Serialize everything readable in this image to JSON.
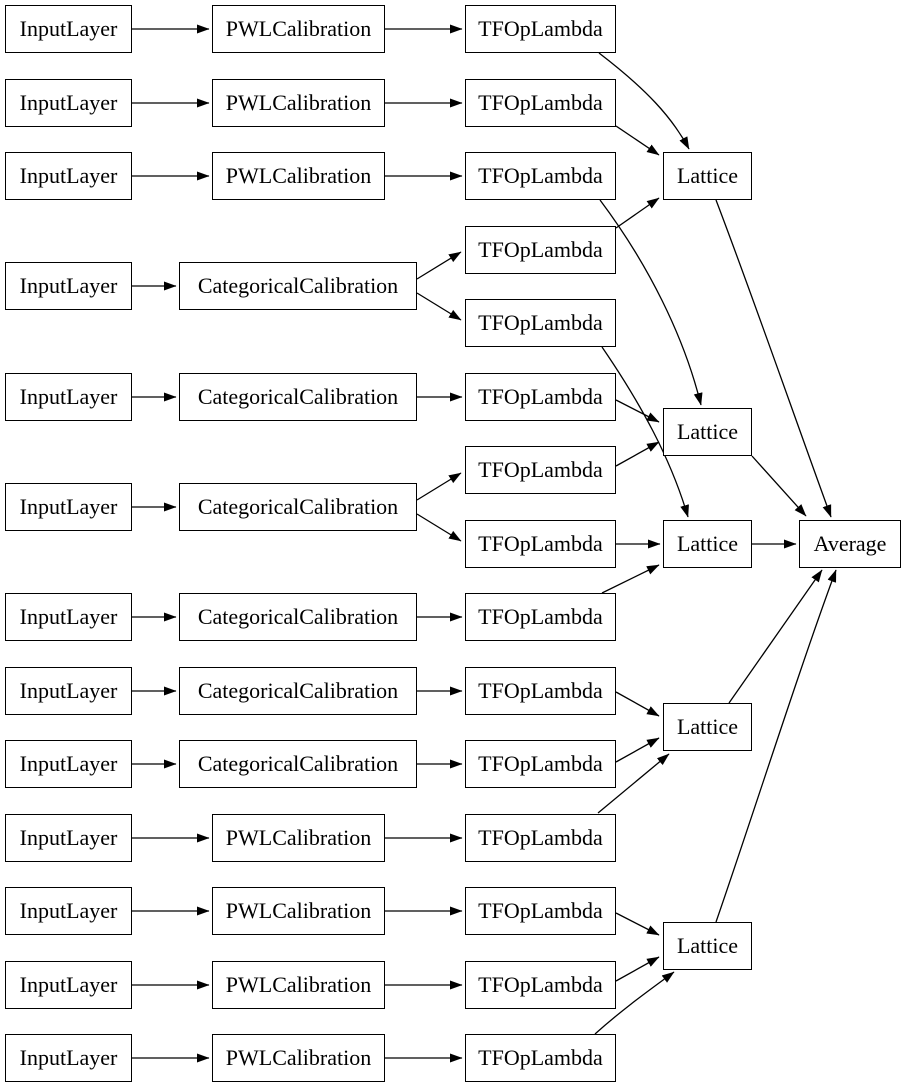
{
  "page": {
    "background": "#ffffff",
    "stroke_color": "#000000",
    "text_color": "#000000"
  },
  "diagram": {
    "type": "model-graph",
    "node_labels": {
      "input": "InputLayer",
      "pwl": "PWLCalibration",
      "cat": "CategoricalCalibration",
      "tfop": "TFOpLambda",
      "lattice": "Lattice",
      "average": "Average"
    },
    "nodes": [
      {
        "id": "il1",
        "kind": "input",
        "label": "InputLayer"
      },
      {
        "id": "il2",
        "kind": "input",
        "label": "InputLayer"
      },
      {
        "id": "il3",
        "kind": "input",
        "label": "InputLayer"
      },
      {
        "id": "il4",
        "kind": "input",
        "label": "InputLayer"
      },
      {
        "id": "il5",
        "kind": "input",
        "label": "InputLayer"
      },
      {
        "id": "il6",
        "kind": "input",
        "label": "InputLayer"
      },
      {
        "id": "il7",
        "kind": "input",
        "label": "InputLayer"
      },
      {
        "id": "il8",
        "kind": "input",
        "label": "InputLayer"
      },
      {
        "id": "il9",
        "kind": "input",
        "label": "InputLayer"
      },
      {
        "id": "il10",
        "kind": "input",
        "label": "InputLayer"
      },
      {
        "id": "il11",
        "kind": "input",
        "label": "InputLayer"
      },
      {
        "id": "il12",
        "kind": "input",
        "label": "InputLayer"
      },
      {
        "id": "il13",
        "kind": "input",
        "label": "InputLayer"
      },
      {
        "id": "c1",
        "kind": "pwl",
        "label": "PWLCalibration"
      },
      {
        "id": "c2",
        "kind": "pwl",
        "label": "PWLCalibration"
      },
      {
        "id": "c3",
        "kind": "pwl",
        "label": "PWLCalibration"
      },
      {
        "id": "c4",
        "kind": "cat",
        "label": "CategoricalCalibration"
      },
      {
        "id": "c5",
        "kind": "cat",
        "label": "CategoricalCalibration"
      },
      {
        "id": "c6",
        "kind": "cat",
        "label": "CategoricalCalibration"
      },
      {
        "id": "c7",
        "kind": "cat",
        "label": "CategoricalCalibration"
      },
      {
        "id": "c8",
        "kind": "cat",
        "label": "CategoricalCalibration"
      },
      {
        "id": "c9",
        "kind": "cat",
        "label": "CategoricalCalibration"
      },
      {
        "id": "c10",
        "kind": "pwl",
        "label": "PWLCalibration"
      },
      {
        "id": "c11",
        "kind": "pwl",
        "label": "PWLCalibration"
      },
      {
        "id": "c12",
        "kind": "pwl",
        "label": "PWLCalibration"
      },
      {
        "id": "c13",
        "kind": "pwl",
        "label": "PWLCalibration"
      },
      {
        "id": "t1",
        "kind": "tfop",
        "label": "TFOpLambda"
      },
      {
        "id": "t2",
        "kind": "tfop",
        "label": "TFOpLambda"
      },
      {
        "id": "t3",
        "kind": "tfop",
        "label": "TFOpLambda"
      },
      {
        "id": "t4",
        "kind": "tfop",
        "label": "TFOpLambda"
      },
      {
        "id": "t5",
        "kind": "tfop",
        "label": "TFOpLambda"
      },
      {
        "id": "t6",
        "kind": "tfop",
        "label": "TFOpLambda"
      },
      {
        "id": "t7",
        "kind": "tfop",
        "label": "TFOpLambda"
      },
      {
        "id": "t8",
        "kind": "tfop",
        "label": "TFOpLambda"
      },
      {
        "id": "t9",
        "kind": "tfop",
        "label": "TFOpLambda"
      },
      {
        "id": "t10",
        "kind": "tfop",
        "label": "TFOpLambda"
      },
      {
        "id": "t11",
        "kind": "tfop",
        "label": "TFOpLambda"
      },
      {
        "id": "t12",
        "kind": "tfop",
        "label": "TFOpLambda"
      },
      {
        "id": "t13",
        "kind": "tfop",
        "label": "TFOpLambda"
      },
      {
        "id": "t14",
        "kind": "tfop",
        "label": "TFOpLambda"
      },
      {
        "id": "t15",
        "kind": "tfop",
        "label": "TFOpLambda"
      },
      {
        "id": "lat1",
        "kind": "lattice",
        "label": "Lattice"
      },
      {
        "id": "lat2",
        "kind": "lattice",
        "label": "Lattice"
      },
      {
        "id": "lat3",
        "kind": "lattice",
        "label": "Lattice"
      },
      {
        "id": "lat4",
        "kind": "lattice",
        "label": "Lattice"
      },
      {
        "id": "lat5",
        "kind": "lattice",
        "label": "Lattice"
      },
      {
        "id": "avg",
        "kind": "average",
        "label": "Average"
      }
    ],
    "edges": [
      [
        "il1",
        "c1"
      ],
      [
        "il2",
        "c2"
      ],
      [
        "il3",
        "c3"
      ],
      [
        "il4",
        "c4"
      ],
      [
        "il5",
        "c5"
      ],
      [
        "il6",
        "c6"
      ],
      [
        "il7",
        "c7"
      ],
      [
        "il8",
        "c8"
      ],
      [
        "il9",
        "c9"
      ],
      [
        "il10",
        "c10"
      ],
      [
        "il11",
        "c11"
      ],
      [
        "il12",
        "c12"
      ],
      [
        "il13",
        "c13"
      ],
      [
        "c1",
        "t1"
      ],
      [
        "c2",
        "t2"
      ],
      [
        "c3",
        "t3"
      ],
      [
        "c4",
        "t4"
      ],
      [
        "c4",
        "t5"
      ],
      [
        "c5",
        "t6"
      ],
      [
        "c6",
        "t7"
      ],
      [
        "c6",
        "t8"
      ],
      [
        "c7",
        "t9"
      ],
      [
        "c8",
        "t10"
      ],
      [
        "c9",
        "t11"
      ],
      [
        "c10",
        "t12"
      ],
      [
        "c11",
        "t13"
      ],
      [
        "c12",
        "t14"
      ],
      [
        "c13",
        "t15"
      ],
      [
        "t1",
        "lat1"
      ],
      [
        "t2",
        "lat1"
      ],
      [
        "t4",
        "lat1"
      ],
      [
        "t3",
        "lat2"
      ],
      [
        "t6",
        "lat2"
      ],
      [
        "t7",
        "lat2"
      ],
      [
        "t5",
        "lat3"
      ],
      [
        "t8",
        "lat3"
      ],
      [
        "t9",
        "lat3"
      ],
      [
        "t10",
        "lat4"
      ],
      [
        "t11",
        "lat4"
      ],
      [
        "t12",
        "lat4"
      ],
      [
        "t13",
        "lat5"
      ],
      [
        "t14",
        "lat5"
      ],
      [
        "t15",
        "lat5"
      ],
      [
        "lat1",
        "avg"
      ],
      [
        "lat2",
        "avg"
      ],
      [
        "lat3",
        "avg"
      ],
      [
        "lat4",
        "avg"
      ],
      [
        "lat5",
        "avg"
      ]
    ]
  }
}
